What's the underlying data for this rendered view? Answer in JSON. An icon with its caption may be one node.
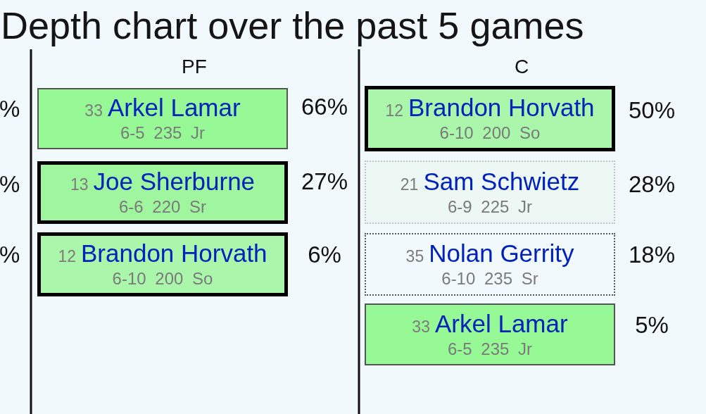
{
  "diagram": {
    "title": "Depth chart over the past 5 games",
    "nodes": [
      {
        "text": [
          "33",
          "Arkel Lamar",
          "6-5 235 Jr"
        ],
        "beside": [
          "66%"
        ]
      },
      {
        "text": [
          "13",
          "Joe Sherburne",
          "6-6 220 Sr"
        ],
        "beside": [
          "27%"
        ]
      },
      {
        "text": [
          "12",
          "Brandon Horvath",
          "6-10 200 So"
        ],
        "beside": [
          "6%"
        ]
      },
      {
        "text": [
          "12",
          "Brandon Horvath",
          "6-10 200 So"
        ],
        "beside": [
          "50%"
        ]
      },
      {
        "text": [
          "21",
          "Sam Schwietz",
          "6-9 225 Jr"
        ],
        "beside": [
          "28%"
        ]
      },
      {
        "text": [
          "35",
          "Nolan Gerrity",
          "6-10 235 Sr"
        ],
        "beside": [
          "18%"
        ]
      },
      {
        "text": [
          "33",
          "Arkel Lamar",
          "6-5 235 Jr"
        ],
        "beside": [
          "5%"
        ]
      }
    ],
    "labels": [
      "PF",
      "C",
      "%",
      "%",
      "%"
    ]
  }
}
